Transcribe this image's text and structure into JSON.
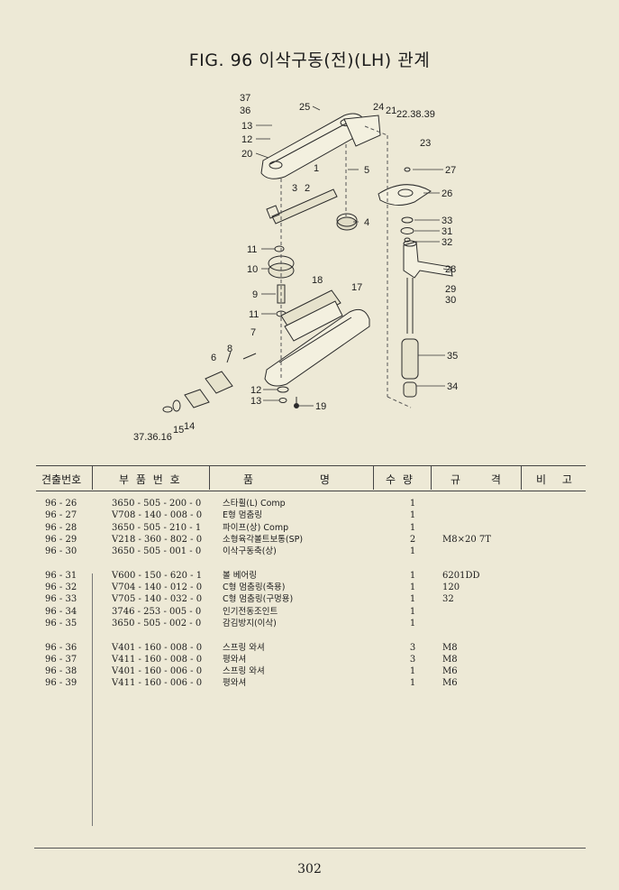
{
  "title": "FIG. 96 이삭구동(전)(LH) 관계",
  "callouts": [
    "37",
    "36",
    "13",
    "12",
    "20",
    "25",
    "24",
    "21",
    "22.38.39",
    "23",
    "5",
    "27",
    "26",
    "1",
    "3",
    "2",
    "4",
    "33",
    "31",
    "32",
    "11",
    "10",
    "28",
    "29",
    "30",
    "9",
    "18",
    "17",
    "11",
    "8",
    "7",
    "6",
    "35",
    "34",
    "12",
    "13",
    "19",
    "14",
    "15",
    "37.36.16"
  ],
  "table": {
    "headers": [
      "견출번호",
      "부 품 번 호",
      "품 명",
      "수 량",
      "규 격",
      "비 고"
    ],
    "groups": [
      [
        {
          "no": "96 - 26",
          "part": "3650 - 505 - 200 - 0",
          "name": "스타휠(L) Comp",
          "qty": "1",
          "spec": ""
        },
        {
          "no": "96 - 27",
          "part": "V708 - 140 - 008 - 0",
          "name": "E형 멈춤링",
          "qty": "1",
          "spec": ""
        },
        {
          "no": "96 - 28",
          "part": "3650 - 505 - 210 - 1",
          "name": "파이프(상) Comp",
          "qty": "1",
          "spec": ""
        },
        {
          "no": "96 - 29",
          "part": "V218 - 360 - 802 - 0",
          "name": "소형육각볼트보통(SP)",
          "qty": "2",
          "spec": "M8×20 7T"
        },
        {
          "no": "96 - 30",
          "part": "3650 - 505 - 001 - 0",
          "name": "이삭구동축(상)",
          "qty": "1",
          "spec": ""
        }
      ],
      [
        {
          "no": "96 - 31",
          "part": "V600 - 150 - 620 - 1",
          "name": "볼 베어링",
          "qty": "1",
          "spec": "6201DD"
        },
        {
          "no": "96 - 32",
          "part": "V704 - 140 - 012 - 0",
          "name": "C형 멈춤링(축용)",
          "qty": "1",
          "spec": "120"
        },
        {
          "no": "96 - 33",
          "part": "V705 - 140 - 032 - 0",
          "name": "C형 멈춤링(구멍용)",
          "qty": "1",
          "spec": "32"
        },
        {
          "no": "96 - 34",
          "part": "3746 - 253 - 005 - 0",
          "name": "인기전동조인트",
          "qty": "1",
          "spec": ""
        },
        {
          "no": "96 - 35",
          "part": "3650 - 505 - 002 - 0",
          "name": "감김방지(이삭)",
          "qty": "1",
          "spec": ""
        }
      ],
      [
        {
          "no": "96 - 36",
          "part": "V401 - 160 - 008 - 0",
          "name": "스프링 와셔",
          "qty": "3",
          "spec": "M8"
        },
        {
          "no": "96 - 37",
          "part": "V411 - 160 - 008 - 0",
          "name": "평와셔",
          "qty": "3",
          "spec": "M8"
        },
        {
          "no": "96 - 38",
          "part": "V401 - 160 - 006 - 0",
          "name": "스프링 와셔",
          "qty": "1",
          "spec": "M6"
        },
        {
          "no": "96 - 39",
          "part": "V411 - 160 - 006 - 0",
          "name": "평와셔",
          "qty": "1",
          "spec": "M6"
        }
      ]
    ]
  },
  "page_number": "302"
}
